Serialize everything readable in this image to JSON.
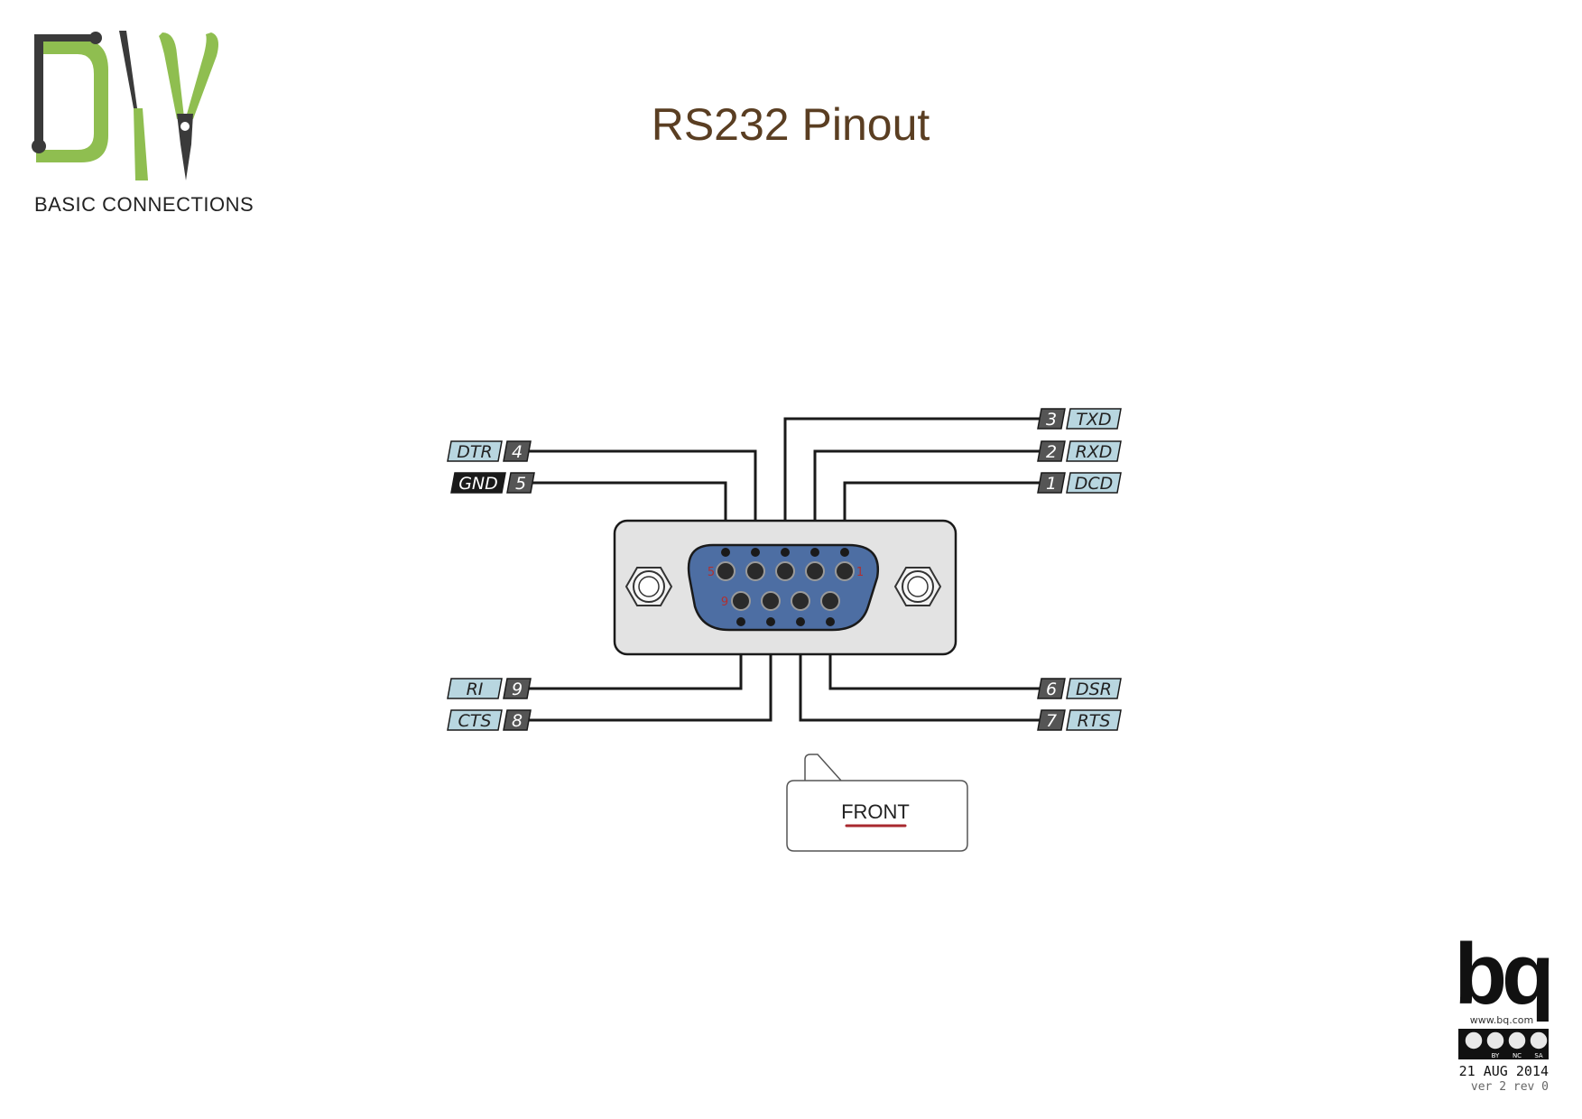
{
  "logo": {
    "letters": "DIY",
    "subtitle": "BASIC CONNECTIONS"
  },
  "title": "RS232 Pinout",
  "connector": {
    "type": "DB9",
    "pin_row_markers": {
      "top_left": "5",
      "top_right": "1",
      "bottom_left": "9"
    },
    "view_note": "FRONT"
  },
  "pins": [
    {
      "number": "3",
      "signal": "TXD",
      "side": "right"
    },
    {
      "number": "2",
      "signal": "RXD",
      "side": "right"
    },
    {
      "number": "1",
      "signal": "DCD",
      "side": "right"
    },
    {
      "number": "4",
      "signal": "DTR",
      "side": "left"
    },
    {
      "number": "5",
      "signal": "GND",
      "side": "left"
    },
    {
      "number": "9",
      "signal": "RI",
      "side": "left"
    },
    {
      "number": "8",
      "signal": "CTS",
      "side": "left"
    },
    {
      "number": "6",
      "signal": "DSR",
      "side": "right"
    },
    {
      "number": "7",
      "signal": "RTS",
      "side": "right"
    }
  ],
  "footer": {
    "brand": "bq",
    "url": "www.bq.com",
    "license_tags": [
      "BY",
      "NC",
      "SA"
    ],
    "date": "21 AUG 2014",
    "version": "ver 2 rev 0"
  },
  "colors": {
    "title": "#5a3e22",
    "logo_green": "#8fbe50",
    "logo_dark": "#3a3a3a",
    "label_blue": "#b8d6e0",
    "number_gray": "#555555",
    "gnd_black": "#1a1a1a",
    "connector_body": "#4d6ea3",
    "plate": "#e3e3e3",
    "front_underline": "#a8282e"
  }
}
